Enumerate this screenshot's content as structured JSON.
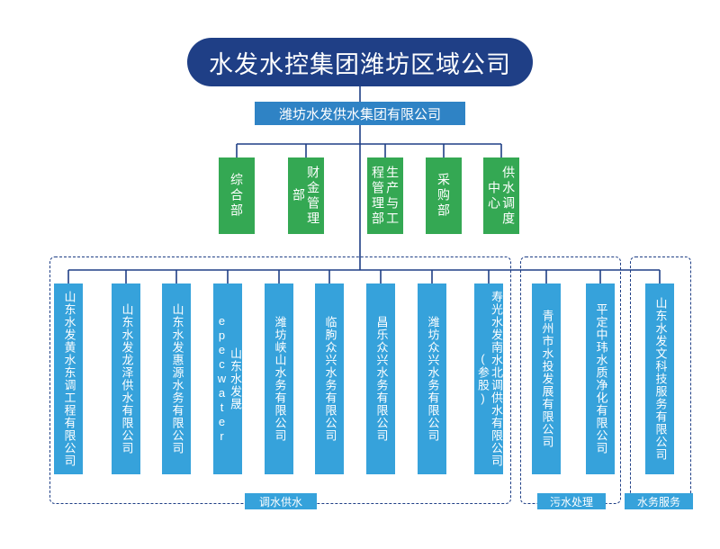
{
  "chart_title": "水发水控集团潍坊区域公司",
  "root": {
    "label": "水发水控集团潍坊区域公司",
    "color": "#1f3f86"
  },
  "group": {
    "label": "潍坊水发供水集团有限公司",
    "color": "#2f83c5"
  },
  "departments": {
    "color": "#34a853",
    "items": [
      {
        "label": "综合部"
      },
      {
        "label": "财金管理部"
      },
      {
        "label": "生产与工程管理部"
      },
      {
        "label": "采购部"
      },
      {
        "label": "供水调度中心"
      }
    ]
  },
  "subsidiaries": {
    "color": "#36a2db",
    "items": [
      {
        "label": "山东水发黄水东调工程有限公司",
        "category": "调水供水"
      },
      {
        "label": "山东水发龙泽供水有限公司",
        "category": "调水供水"
      },
      {
        "label": "山东水发惠源水务有限公司",
        "category": "调水供水"
      },
      {
        "label": "山东水发晟ересwater",
        "category": "调水供水"
      },
      {
        "label": "潍坊峡山水务有限公司",
        "category": "调水供水"
      },
      {
        "label": "临朐众兴水务有限公司",
        "category": "调水供水"
      },
      {
        "label": "昌乐众兴水务有限公司",
        "category": "调水供水"
      },
      {
        "label": "潍坊众兴水务有限公司",
        "category": "调水供水"
      },
      {
        "label": "寿光水发南水北调供水有限公司(参股)",
        "category": "调水供水"
      },
      {
        "label": "青州市水投发展有限公司",
        "category": "污水处理"
      },
      {
        "label": "平定中玮水质净化有限公司",
        "category": "污水处理"
      },
      {
        "label": "山东水发文科技服务有限公司",
        "category": "水务服务"
      }
    ]
  },
  "categories": [
    {
      "label": "调水供水"
    },
    {
      "label": "污水处理"
    },
    {
      "label": "水务服务"
    }
  ],
  "colors": {
    "root": "#1f3f86",
    "group": "#2f83c5",
    "department": "#34a853",
    "subsidiary": "#36a2db",
    "connector": "#1f3f86",
    "background": "#ffffff"
  }
}
